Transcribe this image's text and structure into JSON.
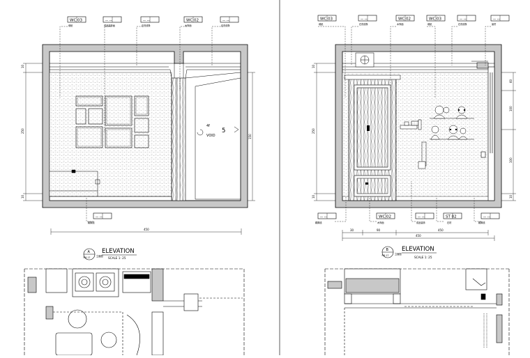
{
  "colors": {
    "line": "#000000",
    "wall": "#c8c8c8",
    "paper": "#ffffff"
  },
  "elevation_a": {
    "title": "ELEVATION",
    "letter": "A",
    "ref": "PM-17",
    "cn": "立面图",
    "scale": "SCALE 1: 25",
    "void": "VOID",
    "void_num": "5",
    "top_tags": [
      {
        "code": "WC 03",
        "note": "墙纸"
      },
      {
        "code": "-- --",
        "note": "成品装饰画"
      },
      {
        "code": "-- --",
        "note": "石膏线条"
      },
      {
        "code": "WC 02",
        "note": "木饰面"
      },
      {
        "code": "-- --",
        "note": "石膏线条"
      }
    ],
    "bottom_tag": {
      "code": "-- --",
      "note": "踢脚线"
    },
    "dims_left": [
      "10",
      "250",
      "10"
    ],
    "dim_right": "150",
    "dim_bottom": "450"
  },
  "elevation_b": {
    "title": "ELEVATION",
    "letter": "B",
    "ref": "PM-17",
    "cn": "立面图",
    "scale": "SCALE 1: 25",
    "top_tags": [
      {
        "code": "WC 03",
        "note": "墙纸"
      },
      {
        "code": "-- --",
        "note": "石膏线条"
      },
      {
        "code": "WC 02",
        "note": "木饰面"
      },
      {
        "code": "WC 03",
        "note": "墙纸"
      },
      {
        "code": "-- --",
        "note": "石膏线条"
      },
      {
        "code": "-- --",
        "note": "窗帘"
      }
    ],
    "bottom_tags": [
      {
        "code": "-- --",
        "note": "踢脚线"
      },
      {
        "code": "WC 02",
        "note": "木饰面"
      },
      {
        "code": "-- --",
        "note": "成品装饰"
      },
      {
        "code": "ST 02",
        "note": "石材"
      },
      {
        "code": "-- --",
        "note": "踢脚线"
      }
    ],
    "dims_left": [
      "10",
      "250",
      "10"
    ],
    "dims_right": [
      "60",
      "100",
      "100",
      "10"
    ],
    "dims_bottom": [
      "30",
      "90",
      "450"
    ],
    "dim_total": "450"
  }
}
